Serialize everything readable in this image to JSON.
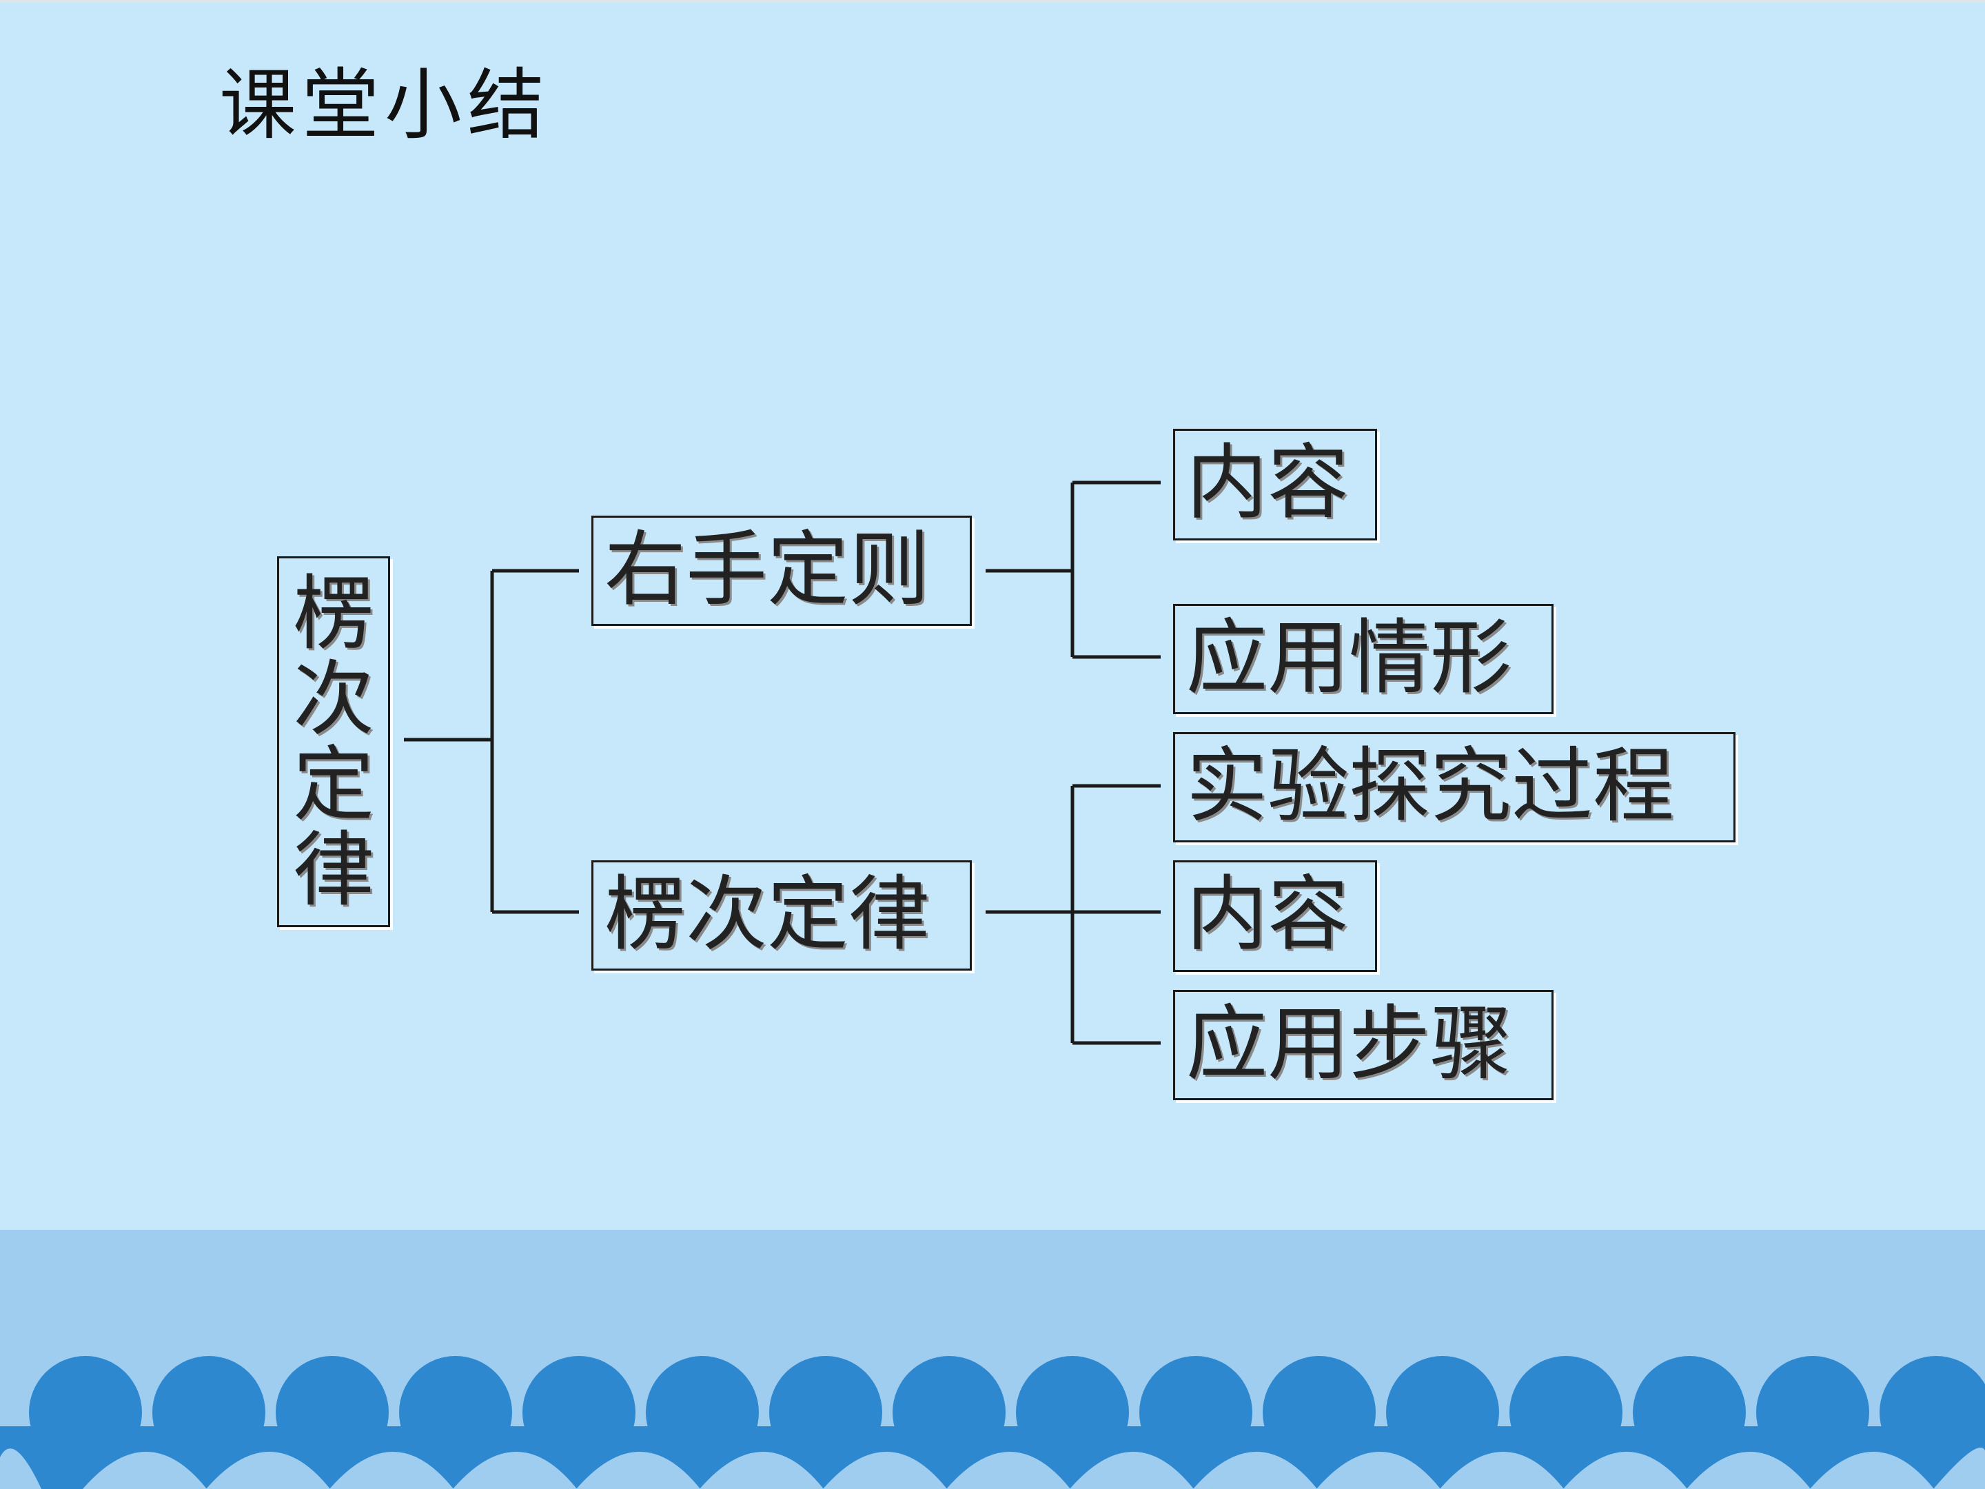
{
  "slide": {
    "title": "课堂小结",
    "root": {
      "label": [
        "楞",
        "次",
        "定",
        "律"
      ]
    },
    "branches": [
      {
        "label": "右手定则",
        "children": [
          "内容",
          "应用情形"
        ]
      },
      {
        "label": "楞次定律",
        "children": [
          "实验探究过程",
          "内容",
          "应用步骤"
        ]
      }
    ]
  },
  "colors": {
    "background": "#c7e8fa",
    "band": "#9fcdf0",
    "wave": "#2e88cf",
    "line": "#1a1a1a"
  }
}
